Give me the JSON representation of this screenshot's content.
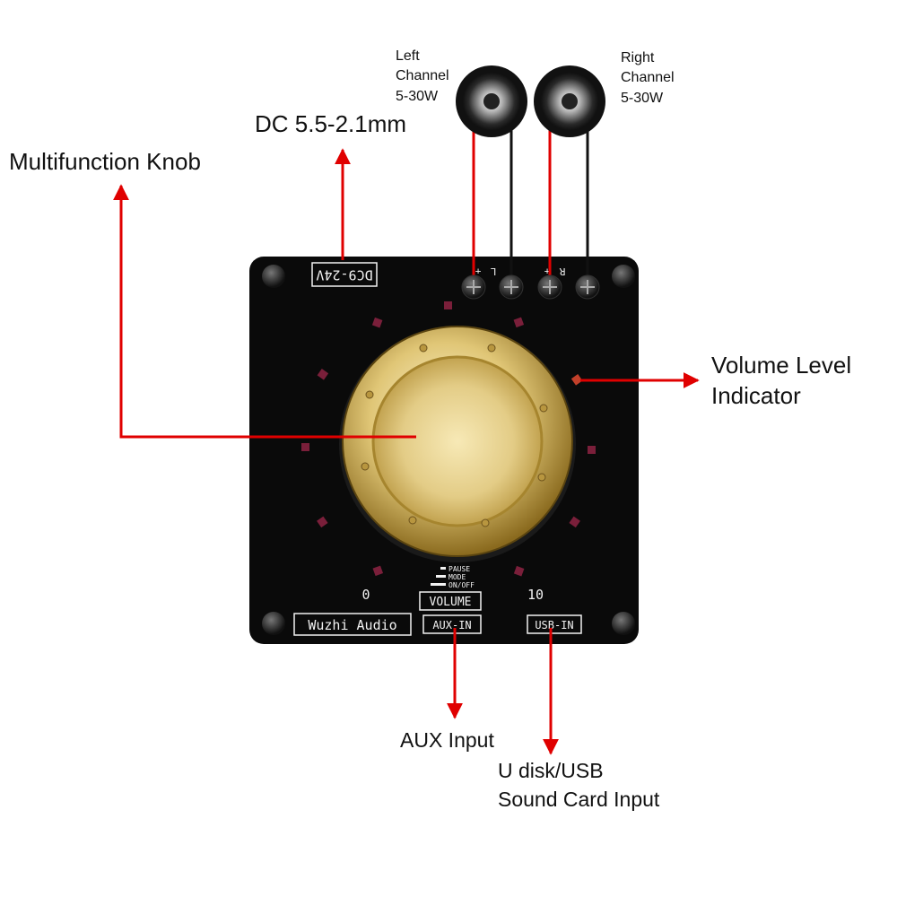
{
  "callouts": {
    "left_speaker": [
      "Left",
      "Channel",
      "5-30W"
    ],
    "right_speaker": [
      "Right",
      "Channel",
      "5-30W"
    ],
    "dc_jack": "DC 5.5-2.1mm",
    "knob": "Multifunction Knob",
    "volume_indicator": [
      "Volume Level",
      "Indicator"
    ],
    "aux": "AUX Input",
    "usb": [
      "U disk/USB",
      "Sound Card Input"
    ]
  },
  "board": {
    "power_label": "DC9-24V",
    "brand_label": "Wuzhi Audio",
    "aux_label": "AUX-IN",
    "usb_label": "USB-IN",
    "volume_label": "VOLUME",
    "scale_min": "0",
    "scale_max": "10",
    "legend": [
      "PAUSE",
      "MODE",
      "ON/OFF"
    ],
    "terminal_labels": [
      "+",
      "L",
      "-",
      "+",
      "R",
      "-"
    ]
  },
  "colors": {
    "arrow": "#e00000",
    "board": "#0a0a0a",
    "knob_gold": "#e8d38a",
    "led": "#7a1f3a",
    "wire_red": "#e00000",
    "wire_black": "#111111"
  }
}
